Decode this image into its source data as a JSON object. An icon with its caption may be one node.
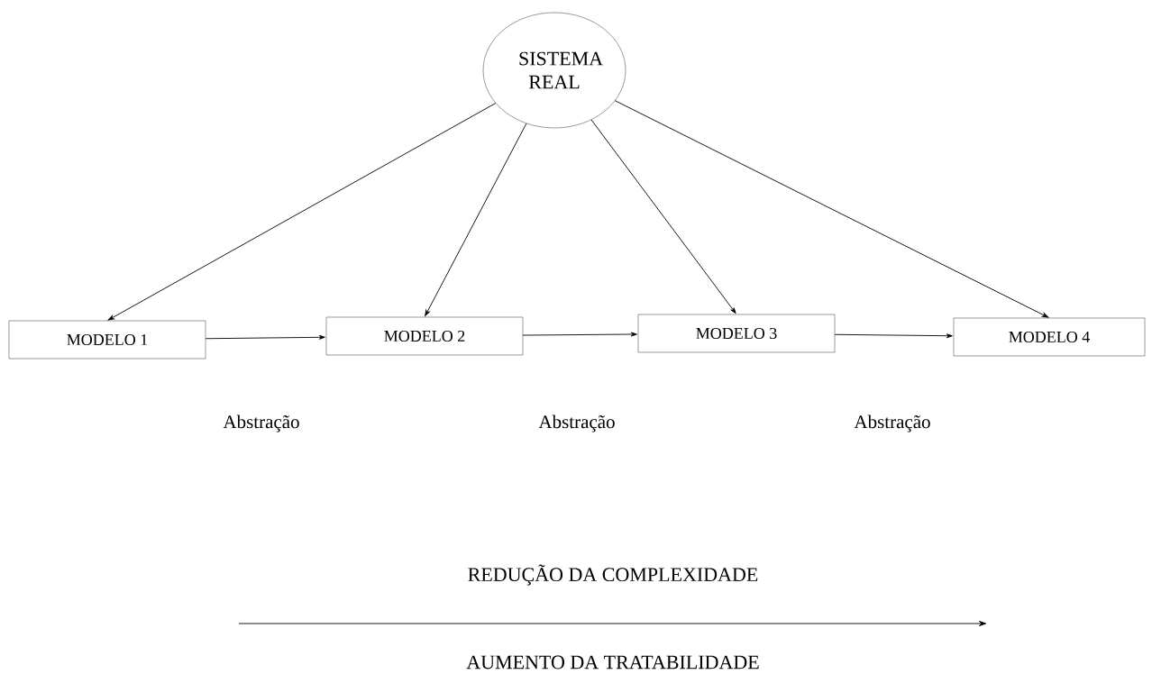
{
  "diagram": {
    "nodes": [
      {
        "text": [
          "SISTEMA REAL"
        ]
      },
      {
        "text": [
          "MODELO 1"
        ]
      },
      {
        "text": [
          "MODELO 2"
        ]
      },
      {
        "text": [
          "MODELO 3"
        ]
      },
      {
        "text": [
          "MODELO 4"
        ]
      }
    ],
    "edges": [
      {
        "from": 0,
        "to": 1,
        "arrow": "to"
      },
      {
        "from": 0,
        "to": 2,
        "arrow": "to"
      },
      {
        "from": 0,
        "to": 3,
        "arrow": "to"
      },
      {
        "from": 0,
        "to": 4,
        "arrow": "to"
      },
      {
        "from": 1,
        "to": 2,
        "arrow": "to",
        "label": "Abstração"
      },
      {
        "from": 2,
        "to": 3,
        "arrow": "to",
        "label": "Abstração"
      },
      {
        "from": 3,
        "to": 4,
        "arrow": "to",
        "label": "Abstração"
      }
    ],
    "labels": [
      "REDUÇÃO DA COMPLEXIDADE",
      "AUMENTO DA TRATABILIDADE"
    ]
  }
}
